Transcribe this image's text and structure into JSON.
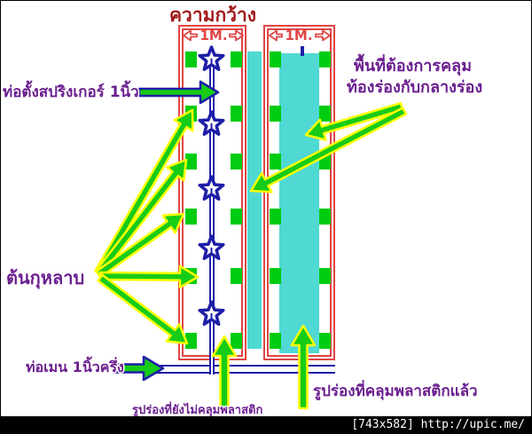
{
  "title": "ความกว้าง",
  "measurements": {
    "left_row": "1M.",
    "right_row": "1M."
  },
  "labels": {
    "sprinkler_pipe": "ท่อตั้งสปริงเกอร์ 1นิ้ว",
    "rose_plants": "ต้นกุหลาบ",
    "main_pipe": "ท่อเมน 1นิ้วครึ่ง",
    "uncovered_row": "รูปร่องที่ยังไม่คลุมพลาสติก",
    "covered_row": "รูปร่องที่คลุมพลาสติกแล้ว",
    "coverage_area_line1": "พื้นที่ต้องการคลุม",
    "coverage_area_line2": "ท้องร่องกับกลางร่อง"
  },
  "watermark": "[743x582] http://upic.me/",
  "icons": {
    "sprinkler": "star-sprinkler-icon",
    "rose_plant": "green-square-marker",
    "pointer": "arrow-icon"
  },
  "colors": {
    "frame_red": "#e04545",
    "plastic_cyan": "#4fd9d2",
    "plant_green": "#00cc11",
    "pipe_blue": "#1e1ea8",
    "label_purple": "#6b1f8f",
    "title_maroon": "#a01818",
    "arrow_green": "#17cc17",
    "arrow_outline_yellow": "#ffff00",
    "watermark_bg": "#000000"
  }
}
